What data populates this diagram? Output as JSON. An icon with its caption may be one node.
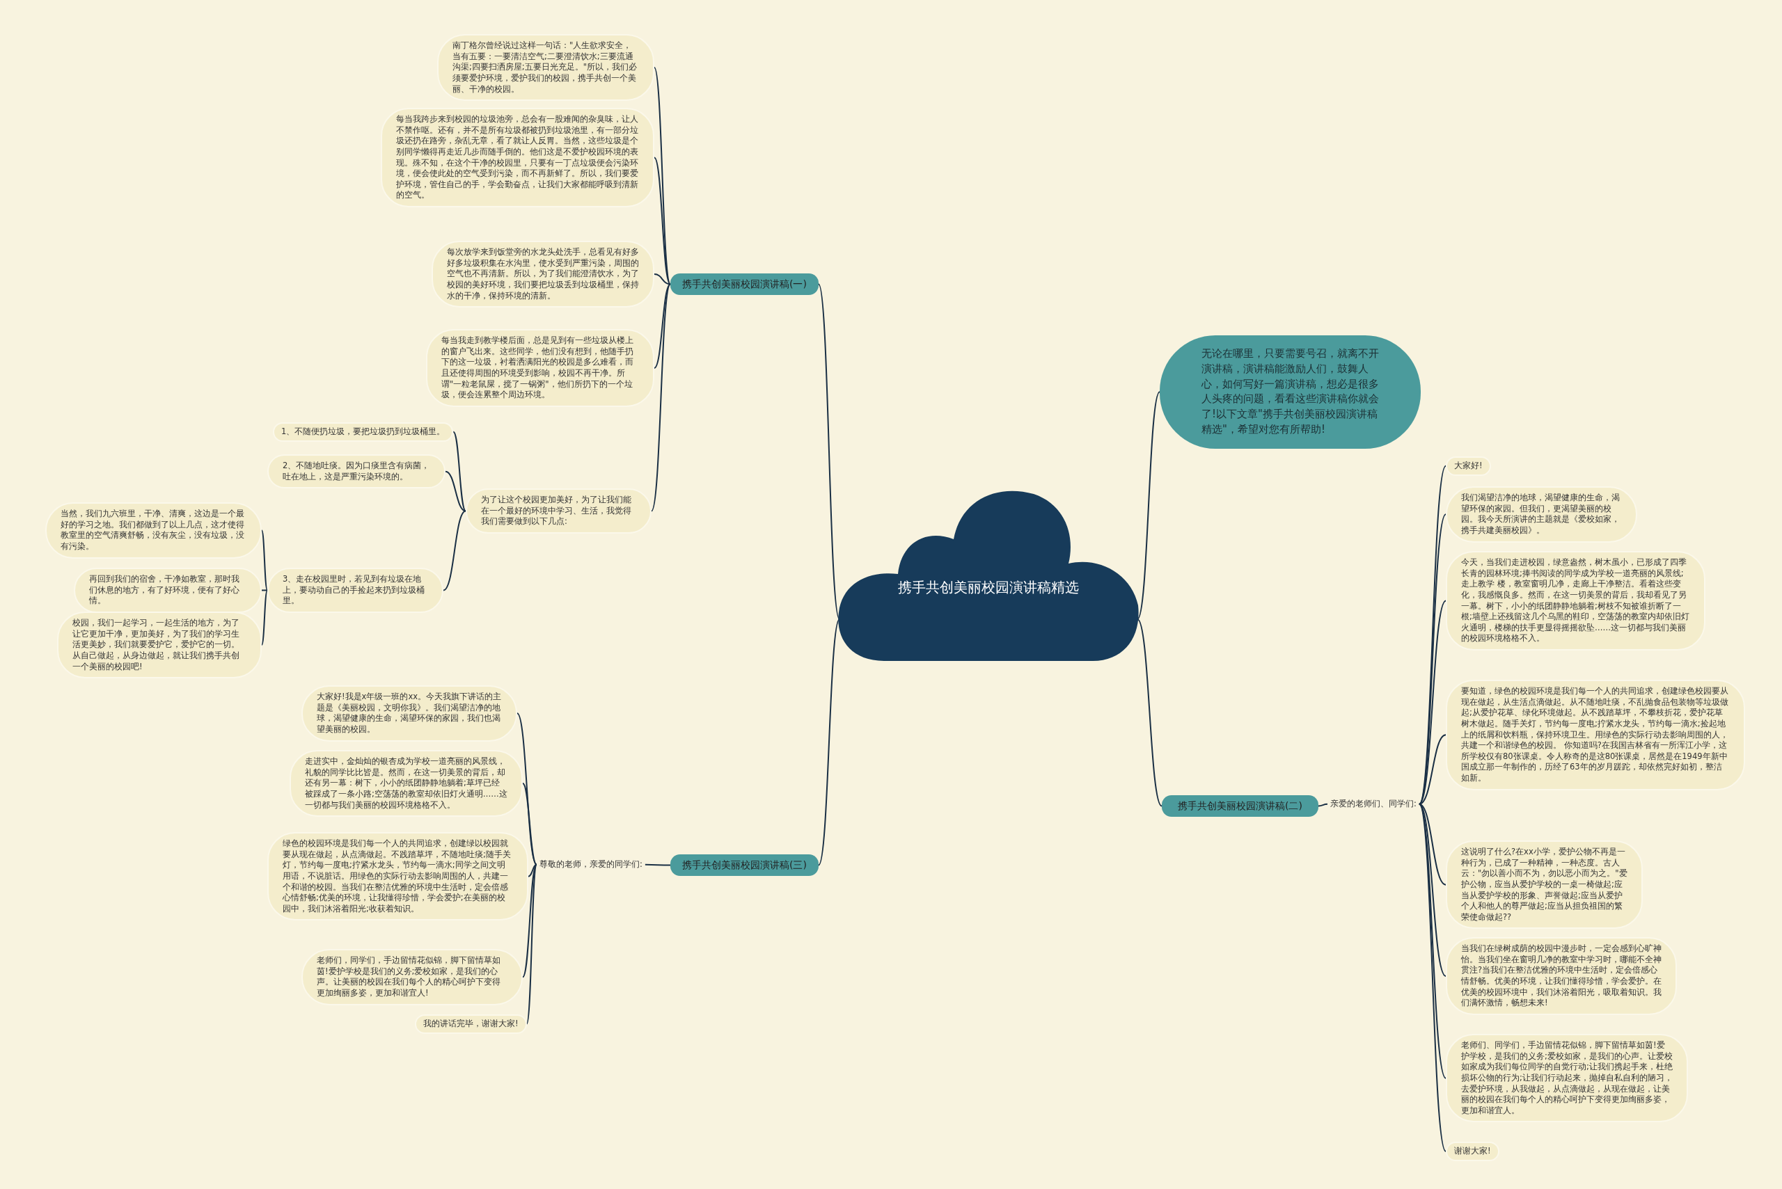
{
  "diagram": {
    "nodes": [
      {
        "text": [
          "携手共创美丽校园演讲稿精选"
        ]
      },
      {
        "text": [
          "携手共创美丽校园演讲稿(一)"
        ]
      },
      {
        "text": [
          "南丁格尔曾经说过这样一句话：\"人生欲求安全，当有五要：一要清洁空气;二要澄清饮水;三要流通沟渠;四要扫洒房屋;五要日光充足。\"所以，我们必须要爱护环境，爱护我们的校园，携手共创一个美丽、干净的校园。"
        ]
      },
      {
        "text": [
          "每当我跨步来到校园的垃圾池旁，总会有一股难闻的杂臭味，让人不禁作呕。还有，并不是所有垃圾都被扔到垃圾池里，有一部分垃圾还扔在路旁，杂乱无章，看了就让人反胃。当然，这些垃圾是个别同学懒得再走近几步而随手倒的。他们这是不爱护校园环境的表现。殊不知，在这个干净的校园里，只要有一丁点垃圾便会污染环境，便会使此处的空气受到污染，而不再新鲜了。所以，我们要爱护环境，管住自己的手，学会勤奋点，让我们大家都能呼吸到清新的空气。"
        ]
      },
      {
        "text": [
          "每次放学来到饭堂旁的水龙头处洗手，总看见有好多好多垃圾积集在水沟里，使水受到严重污染，周围的空气也不再清新。所以，为了我们能澄清饮水，为了校园的美好环境，我们要把垃圾丢到垃圾桶里，保持水的干净，保持环境的清新。"
        ]
      },
      {
        "text": [
          "每当我走到教学楼后面，总是见到有一些垃圾从楼上的窗户飞出来。这些同学，他们没有想到，他随手扔下的这一垃圾，衬着洒满阳光的校园是多么难看，而且还使得周围的环境受到影响，校园不再干净。所谓\"一粒老鼠屎，搅了一锅粥\"，他们所扔下的一个垃圾，便会连累整个周边环境。"
        ]
      },
      {
        "text": [
          "为了让这个校园更加美好，为了让我们能在一个最好的环境中学习、生活，我觉得我们需要做到以下几点:"
        ]
      },
      {
        "text": [
          "1、不随便扔垃圾，要把垃圾扔到垃圾桶里。"
        ]
      },
      {
        "text": [
          "2、不随地吐痰。因为口痰里含有病菌，吐在地上，这是严重污染环境的。"
        ]
      },
      {
        "text": [
          "3、走在校园里时，若见到有垃圾在地上，要动动自己的手捡起来扔到垃圾桶里。"
        ]
      },
      {
        "text": [
          "当然，我们九六班里，干净、清爽，这边是一个最好的学习之地。我们都做到了以上几点，这才使得教室里的空气清爽舒畅，没有灰尘，没有垃圾，没有污染。"
        ]
      },
      {
        "text": [
          "再回到我们的宿舍，干净如教室，那时我们休息的地方，有了好环境，便有了好心情。"
        ]
      },
      {
        "text": [
          "校园，我们一起学习，一起生活的地方，为了让它更加干净，更加美好，为了我们的学习生活更美妙，我们就要爱护它，爱护它的一切。从自己做起，从身边做起，就让我们携手共创一个美丽的校园吧!"
        ]
      },
      {
        "text": [
          "携手共创美丽校园演讲稿(三)"
        ]
      },
      {
        "text": [
          "尊敬的老师，亲爱的同学们:"
        ]
      },
      {
        "text": [
          "大家好!我是x年级一班的xx。今天我旗下讲话的主题是《美丽校园，文明你我》。我们渴望洁净的地球，渴望健康的生命，渴望环保的家园，我们也渴望美丽的校园。"
        ]
      },
      {
        "text": [
          "走进实中，金灿灿的银杏成为学校一道亮丽的风景线，礼貌的同学比比皆是。然而，在这一切美景的背后，却还有另一幕：树下，小小的纸团静静地躺着;草坪已经被踩成了一条小路;空荡荡的教室却依旧灯火通明……这一切都与我们美丽的校园环境格格不入。"
        ]
      },
      {
        "text": [
          "绿色的校园环境是我们每一个人的共同追求，创建绿以校园就要从现在做起，从点滴做起。不践踏草坪，不随地吐痰;随手关灯，节约每一度电;拧紧水龙头，节约每一滴水;同学之间文明用语，不说脏话。用绿色的实际行动去影响周围的人，共建一个和谐的校园。当我们在整洁优雅的环境中生活时，定会倍感心情舒畅;优美的环境，让我懂得珍惜，学会爱护;在美丽的校园中，我们沐浴着阳光;收获着知识。"
        ]
      },
      {
        "text": [
          "老师们，同学们，手边留情花似锦，脚下留情草如茵!爱护学校是我们的义务;爱校如家，是我们的心声。让美丽的校园在我们每个人的精心呵护下变得更加绚丽多姿，更加和谐宜人!"
        ]
      },
      {
        "text": [
          "我的讲话完毕，谢谢大家!"
        ]
      },
      {
        "text": [
          "无论在哪里，只要需要号召，就离不开演讲稿，演讲稿能激励人们，鼓舞人心，如何写好一篇演讲稿，想必是很多人头疼的问题，看看这些演讲稿你就会了!以下文章\"携手共创美丽校园演讲稿精选\"，希望对您有所帮助!"
        ]
      },
      {
        "text": [
          "携手共创美丽校园演讲稿(二)"
        ]
      },
      {
        "text": [
          "亲爱的老师们、同学们:"
        ]
      },
      {
        "text": [
          "大家好!"
        ]
      },
      {
        "text": [
          "我们渴望洁净的地球，渴望健康的生命，渴望环保的家园。但我们，更渴望美丽的校园。我今天所演讲的主题就是《爱校如家，携手共建美丽校园》。"
        ]
      },
      {
        "text": [
          "今天，当我们走进校园，绿意盎然，树木虽小，已形成了四季长青的园林环境;捧书阅读的同学成为学校一道亮丽的风景线;走上教学 楼，教室窗明几净，走廊上干净整洁。看着这些变化，我感慨良多。然而，在这一切美景的背后，我却看见了另一幕。树下，小小的纸团静静地躺着;树枝不知被谁折断了一根;墙壁上还残留这几个乌黑的鞋印，空荡荡的教室内却依旧灯火通明，楼梯的扶手更显得摇摇欲坠……这一切都与我们美丽的校园环境格格不入。"
        ]
      },
      {
        "text": [
          "要知道，绿色的校园环境是我们每一个人的共同追求，创建绿色校园要从现在做起，从生活点滴做起。从不随地吐痰，不乱抛食品包装物等垃圾做起;从爱护花草、绿化环境做起。从不践踏草坪，不攀枝折花，爱护花草树木做起。随手关灯，节约每一度电;拧紧水龙头，节约每一滴水;捡起地上的纸屑和饮料瓶，保持环境卫生。用绿色的实际行动去影响周围的人，共建一个和谐绿色的校园。 你知道吗?在我国吉林省有一所浑江小学，这所学校仅有80张课桌。令人称奇的是这80张课桌，居然是在1949年新中国成立那一年制作的，历经了63年的岁月蹉跎，却依然完好如初，整洁如新。"
        ]
      },
      {
        "text": [
          "这说明了什么?在xx小学，爱护公物不再是一种行为，已成了一种精神，一种态度。古人云：\"勿以善小而不为，勿以恶小而为之。\"爱护公物，应当从爱护学校的一桌一椅做起;应当从爱护学校的形象、声誉做起;应当从爱护个人和他人的尊严做起;应当从担负祖国的繁荣使命做起??"
        ]
      },
      {
        "text": [
          "当我们在绿树成荫的校园中漫步时，一定会感到心旷神怡。当我们坐在窗明几净的教室中学习时，哪能不全神贯注?当我们在整洁优雅的环境中生活时，定会倍感心情舒畅。优美的环境，让我们懂得珍惜，学会爱护。在优美的校园环境中，我们沐浴着阳光，吸取着知识。我们满怀激情，畅想未来!"
        ]
      },
      {
        "text": [
          "老师们、同学们，手边留情花似锦，脚下留情草如茵!爱护学校，是我们的义务;爱校如家，是我们的心声。让爱校如家成为我们每位同学的自觉行动;让我们携起手来，杜绝损坏公物的行为;让我们行动起来，抛掉自私自利的陋习，去爱护环境，从我做起，从点滴做起，从现在做起，让美丽的校园在我们每个人的精心呵护下变得更加绚丽多姿，更加和谐宜人。"
        ]
      },
      {
        "text": [
          "谢谢大家!"
        ]
      }
    ],
    "edges": [
      {
        "from": 0,
        "to": 1,
        "arrow": "none"
      },
      {
        "from": 1,
        "to": 2,
        "arrow": "none"
      },
      {
        "from": 1,
        "to": 3,
        "arrow": "none"
      },
      {
        "from": 1,
        "to": 4,
        "arrow": "none"
      },
      {
        "from": 1,
        "to": 5,
        "arrow": "none"
      },
      {
        "from": 1,
        "to": 6,
        "arrow": "none"
      },
      {
        "from": 6,
        "to": 7,
        "arrow": "none"
      },
      {
        "from": 6,
        "to": 8,
        "arrow": "none"
      },
      {
        "from": 6,
        "to": 9,
        "arrow": "none"
      },
      {
        "from": 9,
        "to": 10,
        "arrow": "none"
      },
      {
        "from": 9,
        "to": 11,
        "arrow": "none"
      },
      {
        "from": 9,
        "to": 12,
        "arrow": "none"
      },
      {
        "from": 0,
        "to": 13,
        "arrow": "none"
      },
      {
        "from": 13,
        "to": 14,
        "arrow": "none"
      },
      {
        "from": 14,
        "to": 15,
        "arrow": "none"
      },
      {
        "from": 14,
        "to": 16,
        "arrow": "none"
      },
      {
        "from": 14,
        "to": 17,
        "arrow": "none"
      },
      {
        "from": 14,
        "to": 18,
        "arrow": "none"
      },
      {
        "from": 14,
        "to": 19,
        "arrow": "none"
      },
      {
        "from": 0,
        "to": 20,
        "arrow": "none"
      },
      {
        "from": 0,
        "to": 21,
        "arrow": "none"
      },
      {
        "from": 21,
        "to": 22,
        "arrow": "none"
      },
      {
        "from": 22,
        "to": 23,
        "arrow": "none"
      },
      {
        "from": 22,
        "to": 24,
        "arrow": "none"
      },
      {
        "from": 22,
        "to": 25,
        "arrow": "none"
      },
      {
        "from": 22,
        "to": 26,
        "arrow": "none"
      },
      {
        "from": 22,
        "to": 27,
        "arrow": "none"
      },
      {
        "from": 22,
        "to": 28,
        "arrow": "none"
      },
      {
        "from": 22,
        "to": 29,
        "arrow": "none"
      },
      {
        "from": 22,
        "to": 30,
        "arrow": "none"
      }
    ]
  }
}
